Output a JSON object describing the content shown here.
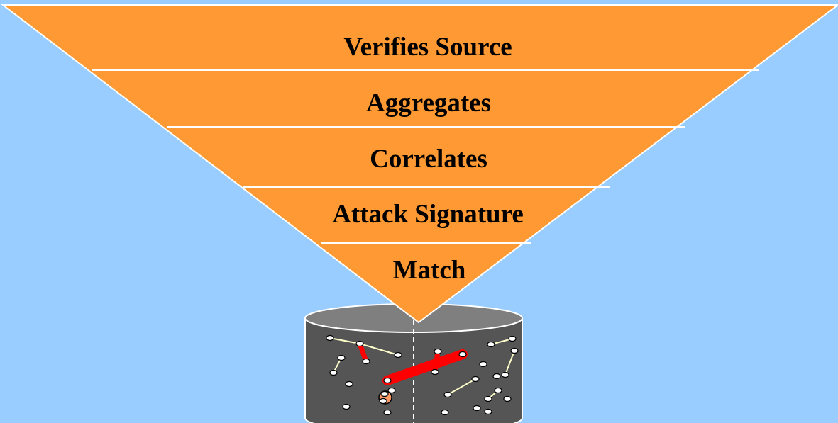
{
  "colors": {
    "background": "#99ccff",
    "funnel_fill": "#ff9933",
    "funnel_outline": "#ffffff",
    "cylinder_body": "#555555",
    "cylinder_top": "#7f7f7f",
    "cylinder_outline": "#ffffffcc",
    "node_fill": "#ffffff",
    "node_stroke": "#000000",
    "link_line": "#ffffcc",
    "highlight_link": "#ff0000",
    "highlight_node": "#ff9966"
  },
  "funnel": {
    "levels": [
      {
        "label": "Verifies Source"
      },
      {
        "label": "Aggregates"
      },
      {
        "label": "Correlates"
      },
      {
        "label": "Attack Signature"
      },
      {
        "label": "Match"
      }
    ]
  },
  "data_store": {
    "icon": "database-cylinder-icon",
    "link_count": 7,
    "highlight_link_count": 3
  }
}
